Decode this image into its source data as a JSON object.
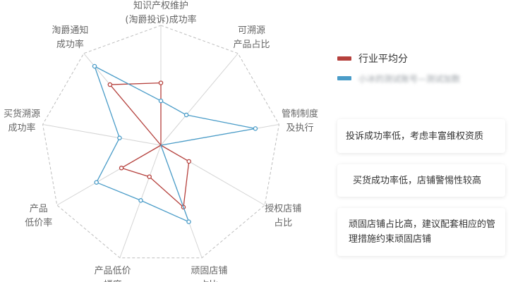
{
  "chart_data": {
    "type": "radar",
    "indicators": [
      {
        "name_lines": [
          "知识产权维护",
          "(淘爵投诉)成功率"
        ]
      },
      {
        "name_lines": [
          "可溯源",
          "产品占比"
        ]
      },
      {
        "name_lines": [
          "管制制度",
          "及执行"
        ]
      },
      {
        "name_lines": [
          "授权店铺",
          "占比"
        ]
      },
      {
        "name_lines": [
          "顽固店铺",
          "占比"
        ]
      },
      {
        "name_lines": [
          "产品低价",
          "幅度"
        ]
      },
      {
        "name_lines": [
          "产品",
          "低价率"
        ]
      },
      {
        "name_lines": [
          "买货溯源",
          "成功率"
        ]
      },
      {
        "name_lines": [
          "淘爵通知",
          "成功率"
        ]
      }
    ],
    "max": 100,
    "series": [
      {
        "name": "行业平均分",
        "color": "#b5403c",
        "values": [
          52,
          0,
          0,
          27,
          55,
          28,
          38,
          0,
          66
        ]
      },
      {
        "name": "小冰的测试账号—测试加数",
        "color": "#4a9cc8",
        "values": [
          37,
          33,
          80,
          0,
          68,
          49,
          62,
          35,
          86
        ],
        "blurred": true
      }
    ],
    "legend_position": "top-right"
  },
  "insights": [
    "投诉成功率低，考虑丰富维权资质",
    "买货成功率低，店铺警惕性较高",
    "顽固店铺占比高，建议配套相应的管理措施约束顽固店铺"
  ]
}
